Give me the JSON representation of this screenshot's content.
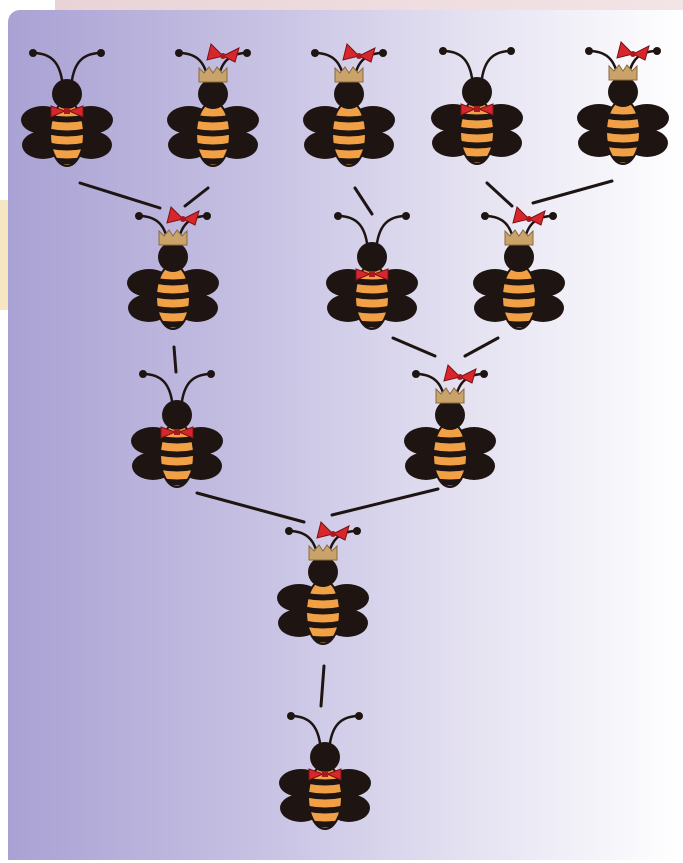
{
  "diagram": {
    "colors": {
      "body": "#f2a046",
      "stripe": "#1e1512",
      "wing": "#1e1512",
      "crown": "#c9a36a",
      "bow": "#d8262d",
      "bowtie": "#d8262d",
      "link": "#1e1512"
    },
    "generations": [
      {
        "level": 1,
        "bees": [
          {
            "id": "b1",
            "sex": "male",
            "accessory": "bowtie-icon"
          },
          {
            "id": "b2",
            "sex": "female",
            "accessory": "crown-bow-icon"
          },
          {
            "id": "b3",
            "sex": "female",
            "accessory": "crown-bow-icon"
          },
          {
            "id": "b4",
            "sex": "male",
            "accessory": "bowtie-icon"
          },
          {
            "id": "b5",
            "sex": "female",
            "accessory": "crown-bow-icon"
          }
        ]
      },
      {
        "level": 2,
        "bees": [
          {
            "id": "b6",
            "sex": "female",
            "accessory": "crown-bow-icon"
          },
          {
            "id": "b7",
            "sex": "male",
            "accessory": "bowtie-icon"
          },
          {
            "id": "b8",
            "sex": "female",
            "accessory": "crown-bow-icon"
          }
        ]
      },
      {
        "level": 3,
        "bees": [
          {
            "id": "b9",
            "sex": "male",
            "accessory": "bowtie-icon"
          },
          {
            "id": "b10",
            "sex": "female",
            "accessory": "crown-bow-icon"
          }
        ]
      },
      {
        "level": 4,
        "bees": [
          {
            "id": "b11",
            "sex": "female",
            "accessory": "crown-bow-icon"
          }
        ]
      },
      {
        "level": 5,
        "bees": [
          {
            "id": "b12",
            "sex": "male",
            "accessory": "bowtie-icon"
          }
        ]
      }
    ],
    "links": [
      [
        "b1",
        "b6"
      ],
      [
        "b2",
        "b6"
      ],
      [
        "b3",
        "b7"
      ],
      [
        "b4",
        "b8"
      ],
      [
        "b5",
        "b8"
      ],
      [
        "b6",
        "b9"
      ],
      [
        "b7",
        "b10"
      ],
      [
        "b8",
        "b10"
      ],
      [
        "b9",
        "b11"
      ],
      [
        "b10",
        "b11"
      ],
      [
        "b11",
        "b12"
      ]
    ]
  }
}
